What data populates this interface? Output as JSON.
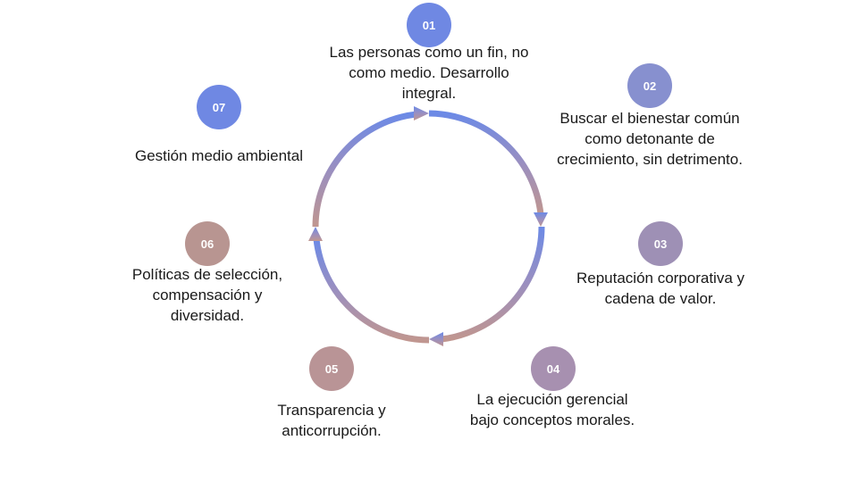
{
  "steps": [
    {
      "number": "01",
      "text": "Las personas como un fin, no como medio. Desarrollo integral.",
      "color": "#6f88e3"
    },
    {
      "number": "02",
      "text": "Buscar el bienestar común como detonante de crecimiento, sin detrimento.",
      "color": "#8790cf"
    },
    {
      "number": "03",
      "text": "Reputación corporativa y cadena de valor.",
      "color": "#9e90b5"
    },
    {
      "number": "04",
      "text": "La ejecución gerencial bajo conceptos morales.",
      "color": "#a790b0"
    },
    {
      "number": "05",
      "text": "Transparencia y anticorrupción.",
      "color": "#b99496"
    },
    {
      "number": "06",
      "text": "Políticas de selección, compensación y diversidad.",
      "color": "#b89591"
    },
    {
      "number": "07",
      "text": "Gestión medio ambiental",
      "color": "#6f88e3"
    }
  ],
  "cycle": {
    "gradient_colors": [
      "#6c8ae6",
      "#9a8fc0",
      "#c09690"
    ]
  }
}
